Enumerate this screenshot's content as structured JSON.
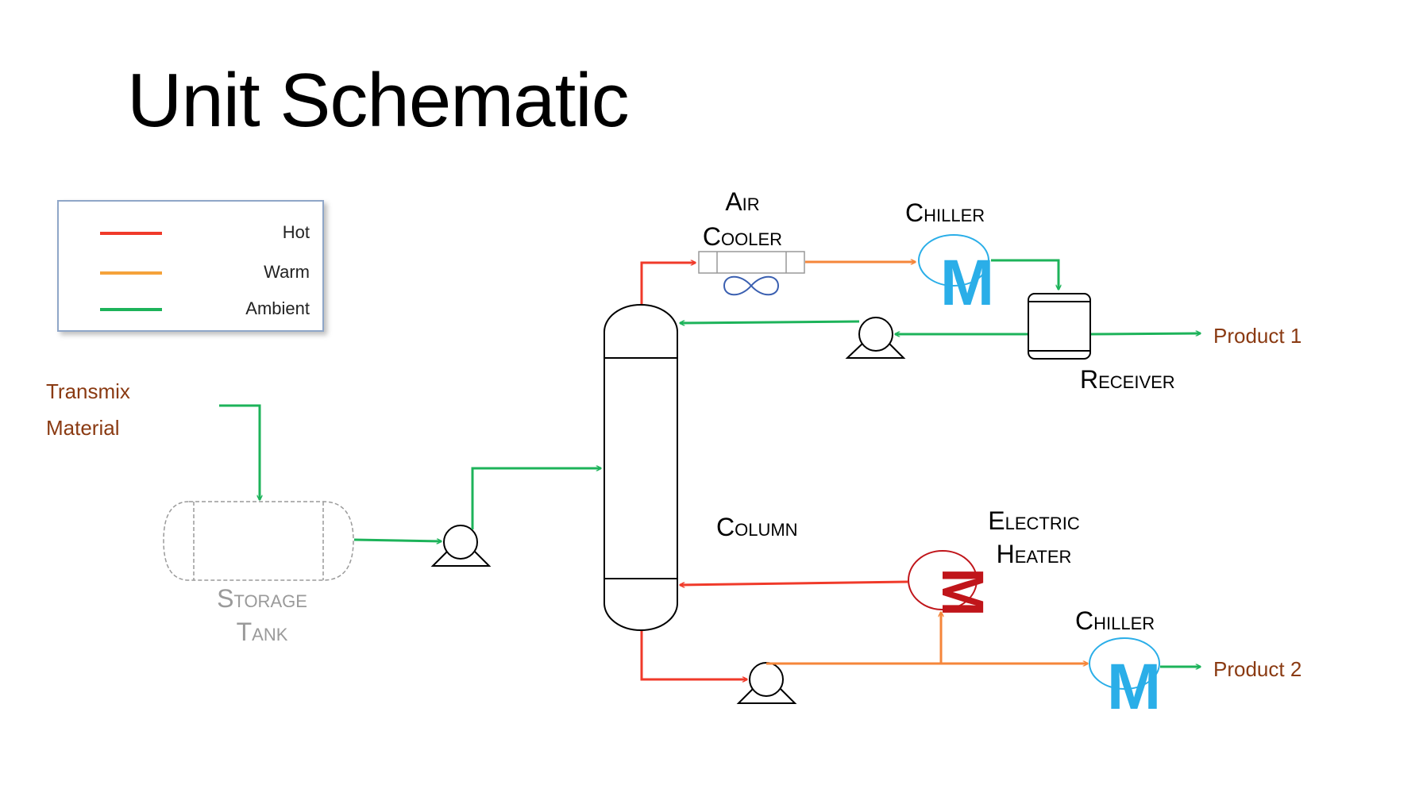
{
  "title": "Unit Schematic",
  "legend": {
    "items": [
      {
        "label": "Hot",
        "color": "#f03a2a"
      },
      {
        "label": "Warm",
        "color": "#f5a23a"
      },
      {
        "label": "Ambient",
        "color": "#1db35a"
      }
    ]
  },
  "labels": {
    "feed_line1": "Transmix",
    "feed_line2": "Material",
    "storage_line1": "Storage",
    "storage_line2": "Tank",
    "air_cooler_line1": "Air",
    "air_cooler_line2": "Cooler",
    "chiller_top": "Chiller",
    "receiver": "Receiver",
    "product1": "Product 1",
    "column": "Column",
    "heater_line1": "Electric",
    "heater_line2": "Heater",
    "chiller_bottom": "Chiller",
    "product2": "Product 2",
    "chiller_symbol": "M"
  },
  "colors": {
    "hot": "#f03a2a",
    "warm": "#f5863a",
    "ambient": "#1db35a",
    "chiller": "#2aaee8",
    "heater": "#c0151a",
    "text_brown": "#8a3a12",
    "legend_border": "#8fa6c8"
  }
}
